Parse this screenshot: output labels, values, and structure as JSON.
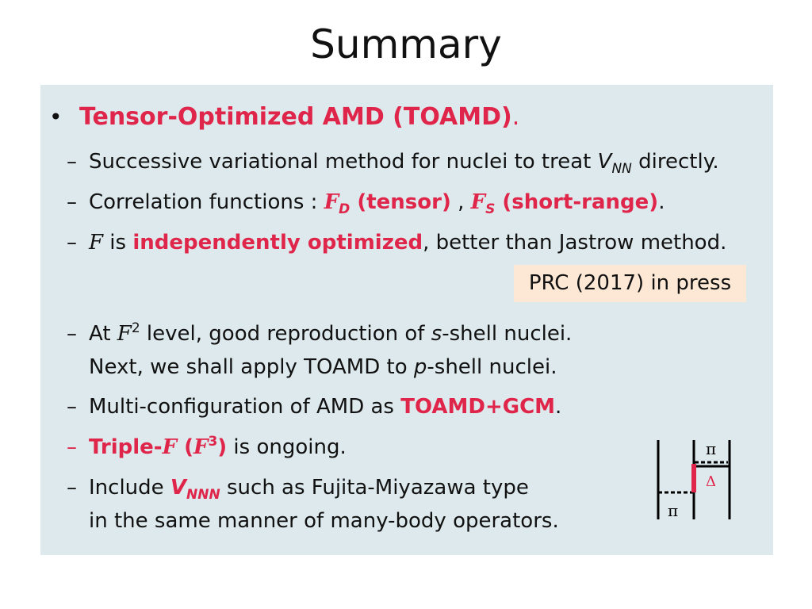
{
  "title": "Summary",
  "bullet": {
    "marker": "•",
    "heading": "Tensor-Optimized AMD (TOAMD)",
    "heading_period": "."
  },
  "items": {
    "i1": {
      "dash": "–",
      "t1": "Successive variational method for nuclei to treat ",
      "v": "V",
      "vsub": "NN",
      "t2": " directly."
    },
    "i2": {
      "dash": "–",
      "t1": "Correlation functions : ",
      "fd": "F",
      "fdsub": "D",
      "tensor": " (tensor)",
      "sep": " , ",
      "fs": "F",
      "fssub": "S",
      "short": " (short-range)",
      "end": "."
    },
    "i3": {
      "dash": "–",
      "f": "F",
      "t1": " is ",
      "opt": "independently optimized",
      "t2": ", better than Jastrow method."
    },
    "i4": {
      "dash": "–",
      "t1": "At ",
      "f": "F",
      "sup": "2",
      "t2": " level, good reproduction of ",
      "s": "s",
      "t3": "-shell nuclei."
    },
    "i4b": {
      "t1": "Next, we shall apply TOAMD to ",
      "p": "p",
      "t2": "-shell nuclei."
    },
    "i5": {
      "dash": "–",
      "t1": "Multi-configuration of AMD as ",
      "gcm": "TOAMD+GCM",
      "end": "."
    },
    "i6": {
      "dash": "–",
      "triple": "Triple-",
      "f": "F",
      "paren_open": " (",
      "f3": "F",
      "sup": "3",
      "paren_close": ")",
      "t1": " is ongoing."
    },
    "i7": {
      "dash": "–",
      "t1": "Include ",
      "v": "V",
      "vsub": "NNN",
      "t2": " such as Fujita-Miyazawa type"
    },
    "i7b": {
      "t1": "in the same manner of many-body operators."
    }
  },
  "prc": "PRC (2017) in press",
  "diagram": {
    "pi_top": "π",
    "delta": "Δ",
    "pi_bottom": "π",
    "delta_color": "#e0254a"
  }
}
